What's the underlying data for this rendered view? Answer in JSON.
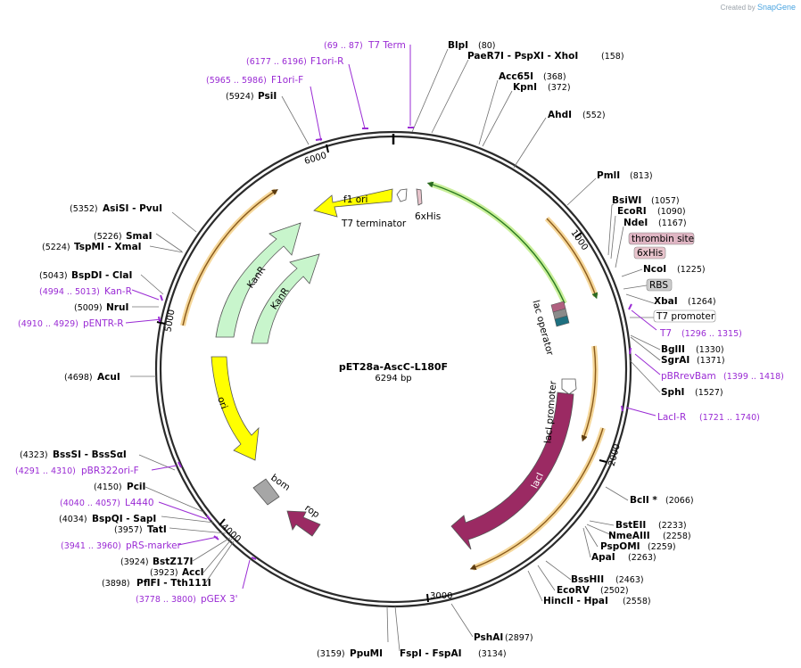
{
  "credit": {
    "prefix": "Created by",
    "brand": "SnapGene"
  },
  "plasmid": {
    "name": "pET28a-AscC-L180F",
    "length": "6294 bp"
  },
  "ticks": [
    {
      "label": "1000"
    },
    {
      "label": "2000"
    },
    {
      "label": "3000"
    },
    {
      "label": "4000"
    },
    {
      "label": "5000"
    },
    {
      "label": "6000"
    }
  ],
  "features": [
    {
      "id": "f1ori",
      "label": "f1 ori",
      "color": "#ffff00"
    },
    {
      "id": "t7term",
      "label": "T7 terminator",
      "color": "#ffffff"
    },
    {
      "id": "his",
      "label": "6xHis",
      "color": "#e8c4cc"
    },
    {
      "id": "kanr1",
      "label": "KanR",
      "color": "#c8f5cc"
    },
    {
      "id": "kanr2",
      "label": "KanR",
      "color": "#c8f5cc"
    },
    {
      "id": "ori",
      "label": "ori",
      "color": "#ffff00"
    },
    {
      "id": "bom",
      "label": "bom",
      "color": "#a6a6a6"
    },
    {
      "id": "rop",
      "label": "rop",
      "color": "#9b2a63"
    },
    {
      "id": "laci",
      "label": "lacI",
      "color": "#9b2a63"
    },
    {
      "id": "lacipromoter",
      "label": "lacI promoter",
      "color": "#ffffff"
    },
    {
      "id": "lacop",
      "label": "lac operator",
      "color": "#ffffff"
    }
  ],
  "boxed_labels": [
    {
      "label": "thrombin site",
      "color": "#e0b6c4"
    },
    {
      "label": "6xHis",
      "color": "#e8c4cc"
    },
    {
      "label": "RBS",
      "color": "#cccccc"
    },
    {
      "label": "T7 promoter",
      "color": "#ffffff"
    }
  ],
  "sites": [
    {
      "name": "BlpI",
      "pos": "(80)"
    },
    {
      "name": "PaeR7I  - PspXI  - XhoI",
      "pos": "(158)"
    },
    {
      "name": "Acc65I",
      "pos": "(368)"
    },
    {
      "name": "KpnI",
      "pos": "(372)"
    },
    {
      "name": "AhdI",
      "pos": "(552)"
    },
    {
      "name": "PmlI",
      "pos": "(813)"
    },
    {
      "name": "BsiWI",
      "pos": "(1057)"
    },
    {
      "name": "EcoRI",
      "pos": "(1090)"
    },
    {
      "name": "NdeI",
      "pos": "(1167)"
    },
    {
      "name": "NcoI",
      "pos": "(1225)"
    },
    {
      "name": "XbaI",
      "pos": "(1264)"
    },
    {
      "name": "BglII",
      "pos": "(1330)"
    },
    {
      "name": "SgrAI",
      "pos": "(1371)"
    },
    {
      "name": "SphI",
      "pos": "(1527)"
    },
    {
      "name": "BclI *",
      "pos": "(2066)"
    },
    {
      "name": "BstEII",
      "pos": "(2233)"
    },
    {
      "name": "NmeAIII",
      "pos": "(2258)"
    },
    {
      "name": "PspOMI",
      "pos": "(2259)"
    },
    {
      "name": "ApaI",
      "pos": "(2263)"
    },
    {
      "name": "BssHII",
      "pos": "(2463)"
    },
    {
      "name": "EcoRV",
      "pos": "(2502)"
    },
    {
      "name": "HincII  - HpaI",
      "pos": "(2558)"
    },
    {
      "name": "PshAI",
      "pos": "(2897)"
    },
    {
      "name": "FspI  - FspAI",
      "pos": "(3134)"
    },
    {
      "name": "PpuMI",
      "pos": "(3159)"
    },
    {
      "name": "PflFI  - Tth111I",
      "pos": "(3898)"
    },
    {
      "name": "AccI",
      "pos": "(3923)"
    },
    {
      "name": "BstZ17I",
      "pos": "(3924)"
    },
    {
      "name": "TatI",
      "pos": "(3957)"
    },
    {
      "name": "BspQI  - SapI",
      "pos": "(4034)"
    },
    {
      "name": "PciI",
      "pos": "(4150)"
    },
    {
      "name": "BssSI  - BssSαI",
      "pos": "(4323)"
    },
    {
      "name": "AcuI",
      "pos": "(4698)"
    },
    {
      "name": "NruI",
      "pos": "(5009)"
    },
    {
      "name": "BspDI  - ClaI",
      "pos": "(5043)"
    },
    {
      "name": "TspMI  - XmaI",
      "pos": "(5224)"
    },
    {
      "name": "SmaI",
      "pos": "(5226)"
    },
    {
      "name": "AsiSI  - PvuI",
      "pos": "(5352)"
    },
    {
      "name": "PsiI",
      "pos": "(5924)"
    }
  ],
  "primers": [
    {
      "name": "T7 Term",
      "range": "(69 .. 87)"
    },
    {
      "name": "F1ori-R",
      "range": "(6177 .. 6196)"
    },
    {
      "name": "F1ori-F",
      "range": "(5965 .. 5986)"
    },
    {
      "name": "T7",
      "range": "(1296 .. 1315)"
    },
    {
      "name": "pBRrevBam",
      "range": "(1399 .. 1418)"
    },
    {
      "name": "LacI-R",
      "range": "(1721 .. 1740)"
    },
    {
      "name": "Kan-R",
      "range": "(4994 .. 5013)"
    },
    {
      "name": "pENTR-R",
      "range": "(4910 .. 4929)"
    },
    {
      "name": "pBR322ori-F",
      "range": "(4291 .. 4310)"
    },
    {
      "name": "L4440",
      "range": "(4040 .. 4057)"
    },
    {
      "name": "pRS-marker",
      "range": "(3941 .. 3960)"
    },
    {
      "name": "pGEX 3'",
      "range": "(3778 .. 3800)"
    }
  ],
  "colors": {
    "backbone": "#2b2b2b",
    "primer": "#9a2bd4",
    "orf_highlight": "#f5d79a",
    "orf_line": "#8a5a1a",
    "green_orf": "#58b84a"
  }
}
